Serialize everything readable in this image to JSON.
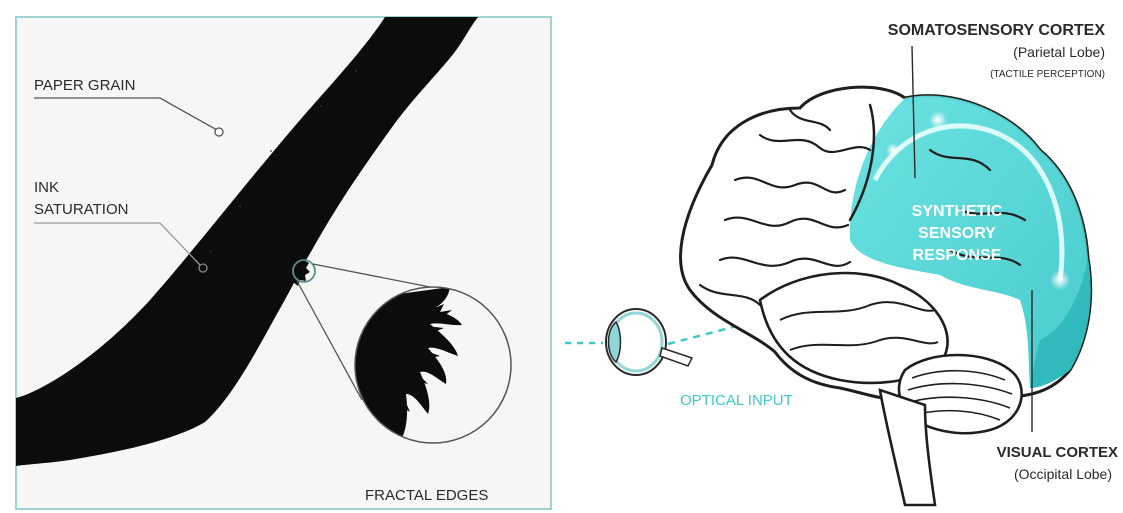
{
  "ink_panel": {
    "labels": {
      "paper_grain": "PAPER GRAIN",
      "ink_line1": "INK",
      "ink_line2": "SATURATION",
      "fractal_edges": "FRACTAL EDGES"
    }
  },
  "brain_panel": {
    "somatosensory": {
      "title": "SOMATOSENSORY CORTEX",
      "subtitle": "(Parietal Lobe)",
      "note": "(TACTILE PERCEPTION)"
    },
    "response": {
      "line1": "SYNTHETIC",
      "line2": "SENSORY",
      "line3": "RESPONSE"
    },
    "optical_input": "OPTICAL INPUT",
    "visual_cortex": {
      "title": "VISUAL CORTEX",
      "subtitle": "(Occipital Lobe)"
    }
  },
  "colors": {
    "accent": "#3cc9c9",
    "panel_border": "#9fd3d3",
    "ink": "#0c0c0c",
    "paper": "#f6f6f4"
  }
}
